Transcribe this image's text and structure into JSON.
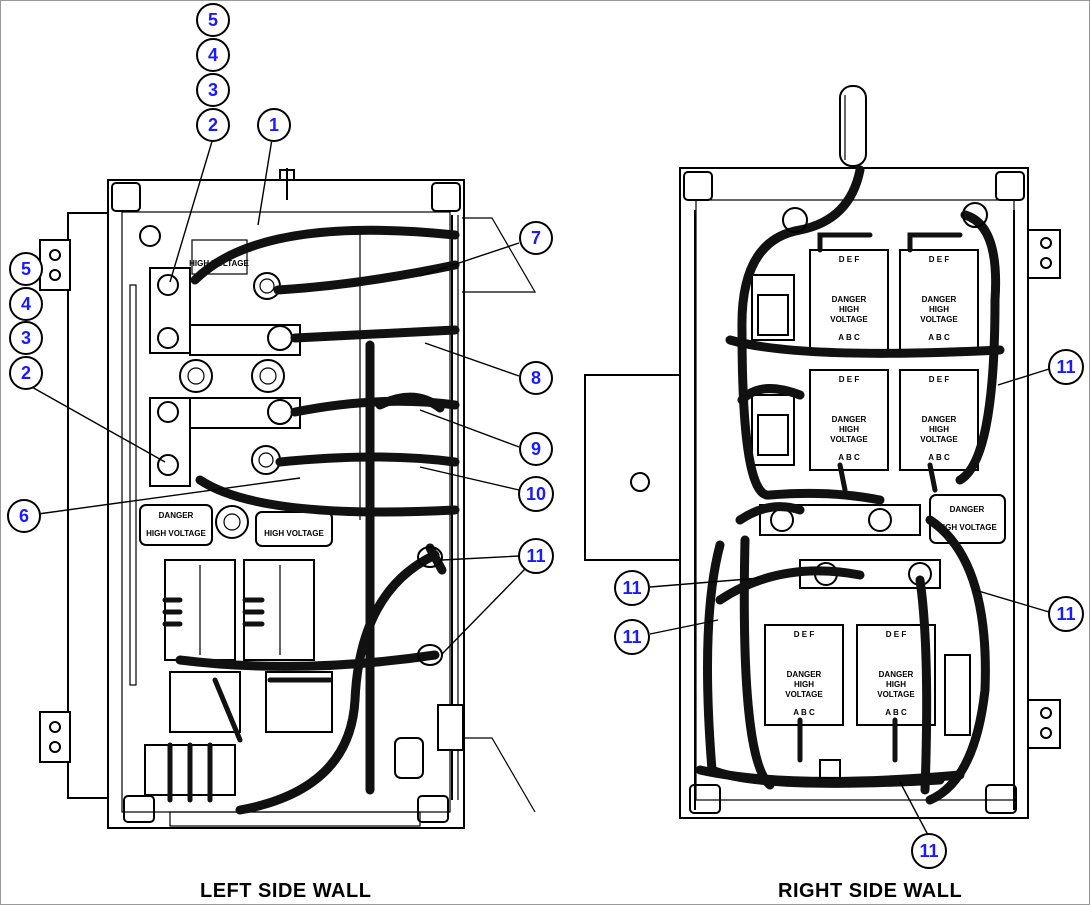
{
  "captions": {
    "left": "LEFT SIDE WALL",
    "right": "RIGHT SIDE WALL"
  },
  "warning_labels": {
    "danger": "DANGER",
    "high_voltage": "HIGH VOLTAGE",
    "high": "HIGH",
    "voltage": "VOLTAGE",
    "phase_top": "D E F",
    "phase_bottom": "A B C"
  },
  "callouts": [
    {
      "id": "c-5a",
      "label": "5"
    },
    {
      "id": "c-4a",
      "label": "4"
    },
    {
      "id": "c-3a",
      "label": "3"
    },
    {
      "id": "c-2a",
      "label": "2"
    },
    {
      "id": "c-1",
      "label": "1"
    },
    {
      "id": "c-5b",
      "label": "5"
    },
    {
      "id": "c-4b",
      "label": "4"
    },
    {
      "id": "c-3b",
      "label": "3"
    },
    {
      "id": "c-2b",
      "label": "2"
    },
    {
      "id": "c-6",
      "label": "6"
    },
    {
      "id": "c-7",
      "label": "7"
    },
    {
      "id": "c-8",
      "label": "8"
    },
    {
      "id": "c-9",
      "label": "9"
    },
    {
      "id": "c-10",
      "label": "10"
    },
    {
      "id": "c-11a",
      "label": "11"
    },
    {
      "id": "c-11b",
      "label": "11"
    },
    {
      "id": "c-11c",
      "label": "11"
    },
    {
      "id": "c-11d",
      "label": "11"
    },
    {
      "id": "c-11e",
      "label": "11"
    },
    {
      "id": "c-11f",
      "label": "11"
    }
  ]
}
